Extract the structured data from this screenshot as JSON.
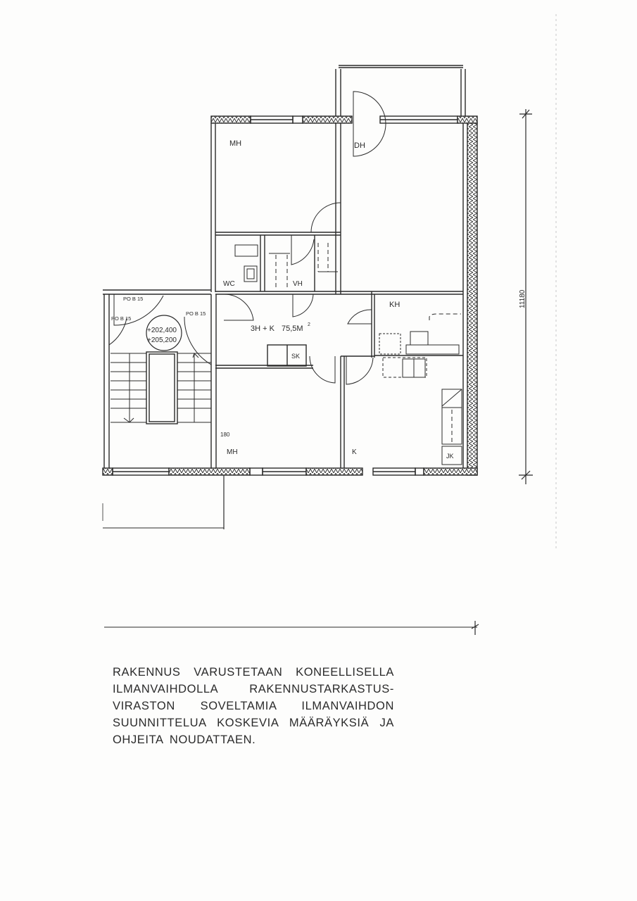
{
  "document": {
    "type": "floor-plan",
    "apartment": {
      "label": "3H + K 75,5M²",
      "rooms_text": "3H + K",
      "area": "75,5M",
      "area_sup": "2"
    },
    "rooms": [
      {
        "id": "mh-top",
        "label": "MH"
      },
      {
        "id": "dh",
        "label": "DH"
      },
      {
        "id": "wc",
        "label": "WC"
      },
      {
        "id": "vh",
        "label": "VH"
      },
      {
        "id": "kh",
        "label": "KH"
      },
      {
        "id": "sk",
        "label": "SK"
      },
      {
        "id": "mh-bottom",
        "label": "MH"
      },
      {
        "id": "k",
        "label": "K"
      },
      {
        "id": "jk",
        "label": "JK"
      }
    ],
    "stair": {
      "door_labels": [
        "PO B 15",
        "PO B 15",
        "PO B 15"
      ],
      "level_upper": "+202,400",
      "level_lower": "+205,200"
    },
    "dimensions": {
      "vertical": "11180",
      "opening_note": "180"
    },
    "note_lines": [
      "RAKENNUS VARUSTETAAN KONEELLISELLA",
      "ILMANVAIHDOLLA RAKENNUSTARKASTUS-",
      "VIRASTON SOVELTAMIA ILMANVAIHDON",
      "SUUNNITTELUA KOSKEVIA MÄÄRÄYKSIÄ JA",
      "OHJEITA NOUDATTAEN."
    ],
    "colors": {
      "ink": "#2a2a2a",
      "paper": "#fdfdfc",
      "hatch": "#3a3a3a"
    }
  }
}
